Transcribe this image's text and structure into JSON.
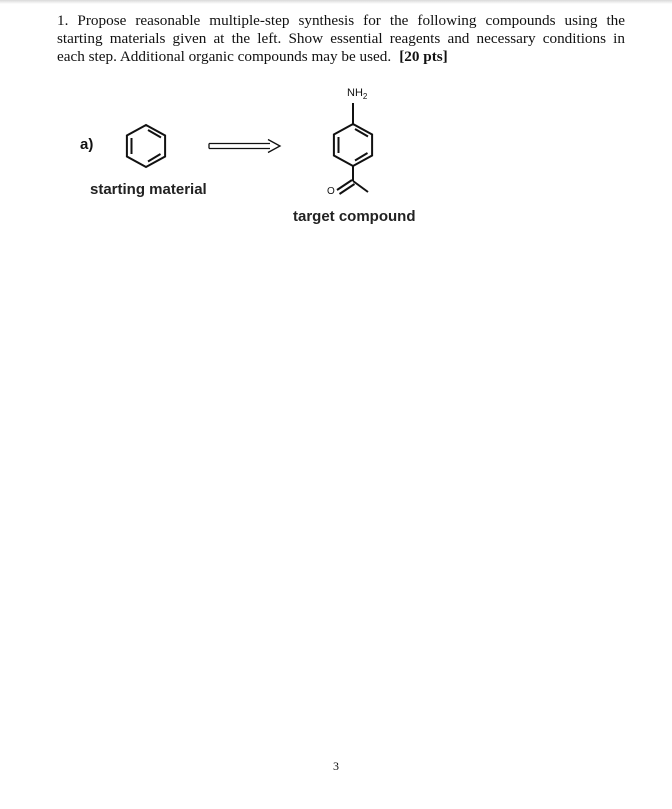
{
  "question": {
    "number": "1.",
    "lines": [
      "Propose reasonable multiple-step synthesis for the following compounds using the",
      "starting materials given at the left.  Show essential reagents and necessary conditions in",
      "each step.  Additional organic compounds may be used."
    ],
    "points": "[20 pts]"
  },
  "part": {
    "label": "a)",
    "starting_caption": "starting material",
    "target_caption": "target compound",
    "nh2_text": "NH",
    "nh2_subscript": "2",
    "oxygen_text": "O"
  },
  "footer": {
    "page_number": "3"
  }
}
